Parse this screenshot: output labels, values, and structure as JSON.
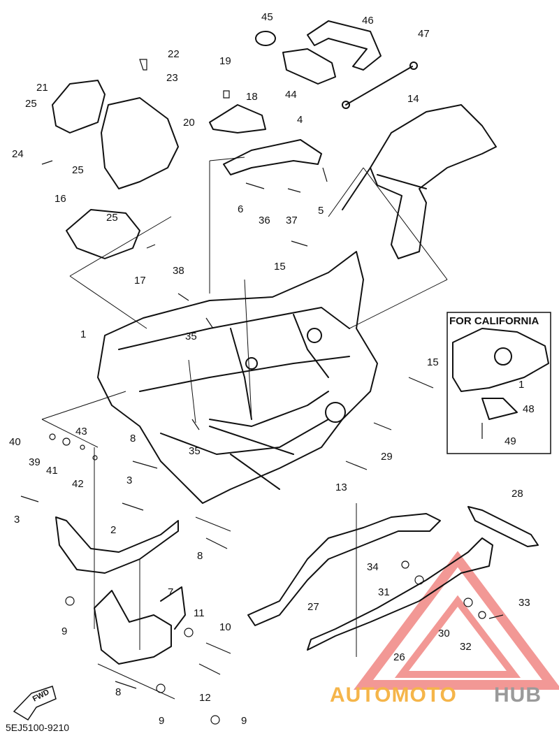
{
  "diagram_code": "5EJ5100-9210",
  "fwd_label": "FWD",
  "california_box": {
    "title": "FOR CALIFORNIA",
    "callouts": [
      "1",
      "48",
      "49"
    ]
  },
  "watermark": {
    "part1": "AUTOMOTO",
    "part2": "HUB",
    "color1": "#f5b54a",
    "color2": "#9a9a9a",
    "logo_color": "#e8443f"
  },
  "callouts": [
    "1",
    "2",
    "3",
    "3",
    "4",
    "5",
    "6",
    "7",
    "8",
    "8",
    "8",
    "9",
    "9",
    "9",
    "10",
    "11",
    "12",
    "13",
    "14",
    "15",
    "15",
    "16",
    "17",
    "18",
    "19",
    "20",
    "21",
    "22",
    "23",
    "24",
    "25",
    "25",
    "25",
    "26",
    "27",
    "28",
    "29",
    "30",
    "31",
    "32",
    "33",
    "34",
    "35",
    "35",
    "36",
    "37",
    "38",
    "39",
    "40",
    "41",
    "42",
    "43",
    "44",
    "45",
    "46",
    "47"
  ]
}
